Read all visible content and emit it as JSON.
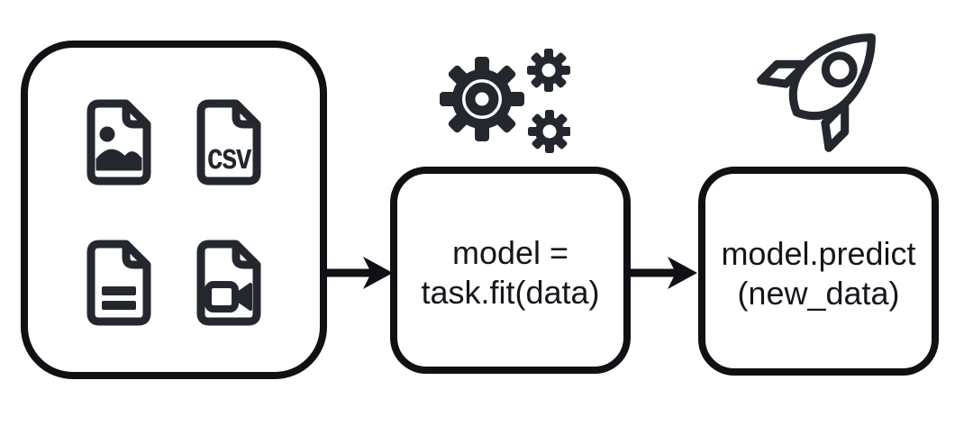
{
  "palette": {
    "background": "#ffffff",
    "box_border": "#0f1114",
    "icon_ink": "#24282e",
    "text_ink": "#14171b"
  },
  "data_sources": {
    "file_types": [
      {
        "icon": "image-file-icon"
      },
      {
        "icon": "csv-file-icon",
        "label": "csv"
      },
      {
        "icon": "text-file-icon"
      },
      {
        "icon": "video-file-icon"
      }
    ]
  },
  "steps": {
    "fit": {
      "icon": "gears-icon",
      "code_line1": "model =",
      "code_line2": "task.fit(data)"
    },
    "predict": {
      "icon": "rocket-icon",
      "code_line1": "model.predict",
      "code_line2": "(new_data)"
    }
  },
  "arrows": [
    {
      "from": "data-sources-box",
      "to": "fit-code-box"
    },
    {
      "from": "fit-code-box",
      "to": "predict-code-box"
    }
  ]
}
